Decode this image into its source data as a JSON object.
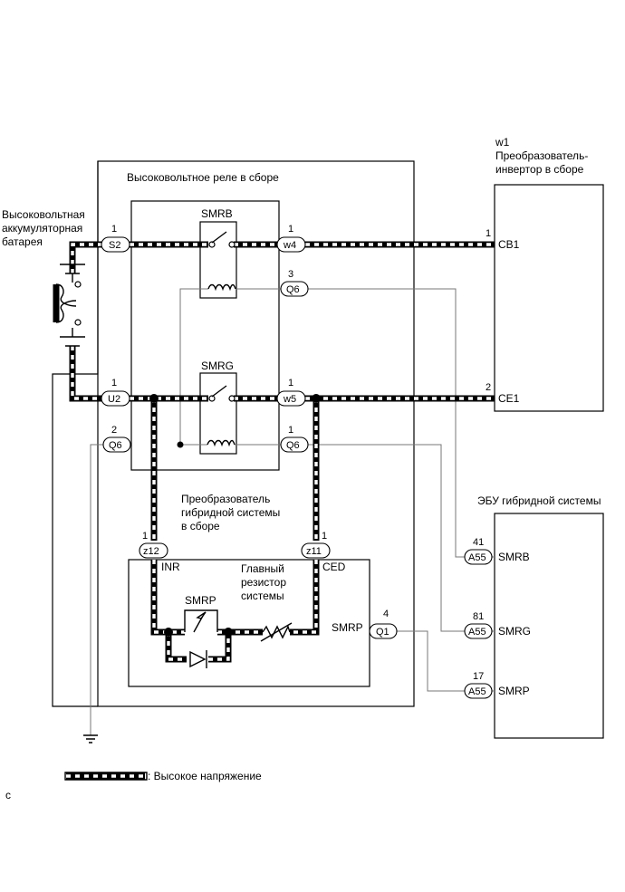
{
  "labels": {
    "relay_assembly": "Высоковольтное реле в сборе",
    "battery": [
      "Высоковольтная",
      "аккумуляторная",
      "батарея"
    ],
    "inverter_id": "w1",
    "inverter": [
      "Преобразователь-",
      "инвертор в сборе"
    ],
    "smrb": "SMRB",
    "smrg": "SMRG",
    "converter": [
      "Преобразователь",
      "гибридной системы",
      "в сборе"
    ],
    "resistor": [
      "Главный",
      "резистор",
      "системы"
    ],
    "ecu": "ЭБУ гибридной системы",
    "smrp_relay": "SMRP",
    "legend": ": Высокое напряжение",
    "corner": "c"
  },
  "connectors": {
    "s2": {
      "pin": "1",
      "name": "S2"
    },
    "u2": {
      "pin": "1",
      "name": "U2"
    },
    "q6_left": {
      "pin": "2",
      "name": "Q6"
    },
    "w4": {
      "pin": "1",
      "name": "w4"
    },
    "q6_smrb": {
      "pin": "3",
      "name": "Q6"
    },
    "w5": {
      "pin": "1",
      "name": "w5"
    },
    "q6_smrg": {
      "pin": "1",
      "name": "Q6"
    },
    "z12": {
      "pin": "1",
      "name": "z12"
    },
    "z11": {
      "pin": "1",
      "name": "z11"
    },
    "q1": {
      "pin": "4",
      "name": "Q1"
    },
    "a55_smrb": {
      "pin": "41",
      "name": "A55"
    },
    "a55_smrg": {
      "pin": "81",
      "name": "A55"
    },
    "a55_smrp": {
      "pin": "17",
      "name": "A55"
    }
  },
  "terminals": {
    "cb1": {
      "pin": "1",
      "name": "CB1"
    },
    "ce1": {
      "pin": "2",
      "name": "CE1"
    },
    "inr": "INR",
    "ced": "CED",
    "smrp_out": "SMRP",
    "ecu_smrb": "SMRB",
    "ecu_smrg": "SMRG",
    "ecu_smrp": "SMRP"
  }
}
